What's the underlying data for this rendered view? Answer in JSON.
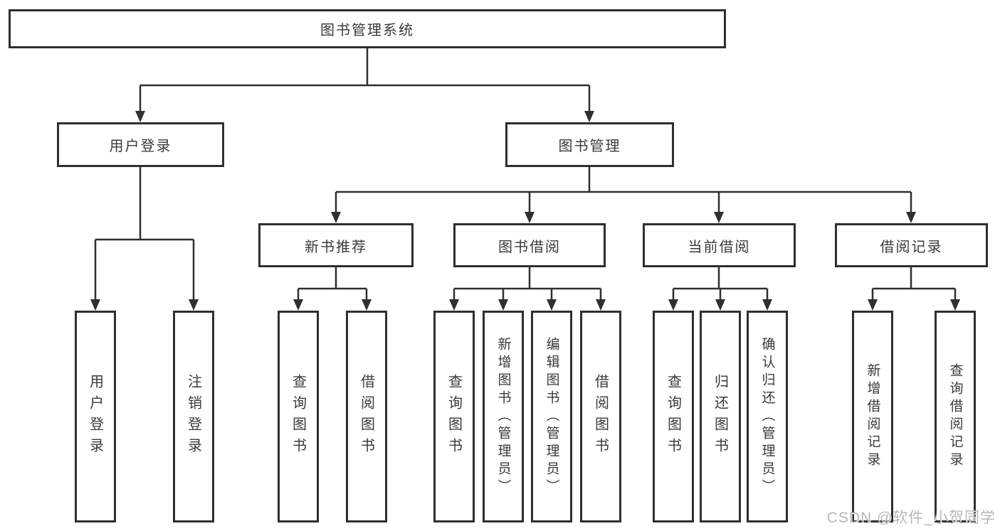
{
  "colors": {
    "line": "#2f2f2f",
    "box_border": "#2f2f2f",
    "text": "#3a3a3a",
    "watermark": "#b3b3b3",
    "background": "#ffffff"
  },
  "diagram": {
    "root": {
      "label": "图书管理系统"
    },
    "branches": [
      {
        "label": "用户登录",
        "children": [
          {
            "label": "用户登录"
          },
          {
            "label": "注销登录"
          }
        ]
      },
      {
        "label": "图书管理",
        "children": [
          {
            "label": "新书推荐",
            "children": [
              {
                "label": "查询图书"
              },
              {
                "label": "借阅图书"
              }
            ]
          },
          {
            "label": "图书借阅",
            "children": [
              {
                "label": "查询图书"
              },
              {
                "label": "新增图书（管理员）"
              },
              {
                "label": "编辑图书（管理员）"
              },
              {
                "label": "借阅图书"
              }
            ]
          },
          {
            "label": "当前借阅",
            "children": [
              {
                "label": "查询图书"
              },
              {
                "label": "归还图书"
              },
              {
                "label": "确认归还（管理员）"
              }
            ]
          },
          {
            "label": "借阅记录",
            "children": [
              {
                "label": "新增借阅记录"
              },
              {
                "label": "查询借阅记录"
              }
            ]
          }
        ]
      }
    ]
  },
  "watermark": {
    "text": "CSDN @软件_小贺同学"
  }
}
